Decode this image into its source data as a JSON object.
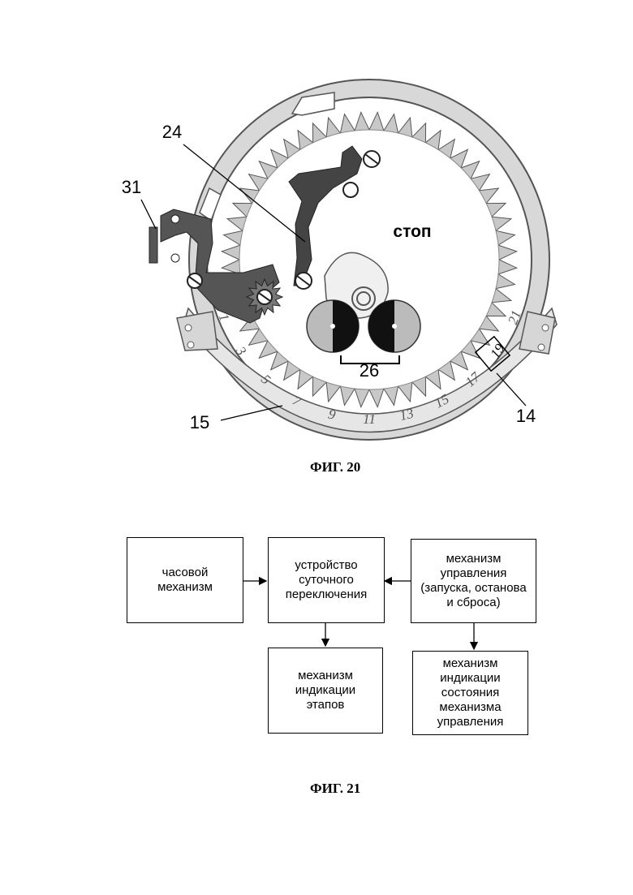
{
  "figure20": {
    "caption": "ФИГ. 20",
    "stop_label": "стоп",
    "ref_labels": {
      "r24": "24",
      "r31": "31",
      "r26": "26",
      "r15": "15",
      "r14": "14"
    },
    "dial_numbers": [
      "1",
      "3",
      "5",
      "7",
      "9",
      "11",
      "13",
      "15",
      "17",
      "19",
      "21"
    ],
    "highlighted_number": "19"
  },
  "figure21": {
    "caption": "ФИГ. 21",
    "boxes": {
      "clock": "часовой\nмеханизм",
      "switch": "устройство\nсуточного\nпереключения",
      "control": "механизм\nуправления\n(запуска, останова\nи сброса)",
      "stages": "механизм\nиндикации\nэтапов",
      "state": "механизм\nиндикации\nсостояния\nмеханизма\nуправления"
    }
  }
}
